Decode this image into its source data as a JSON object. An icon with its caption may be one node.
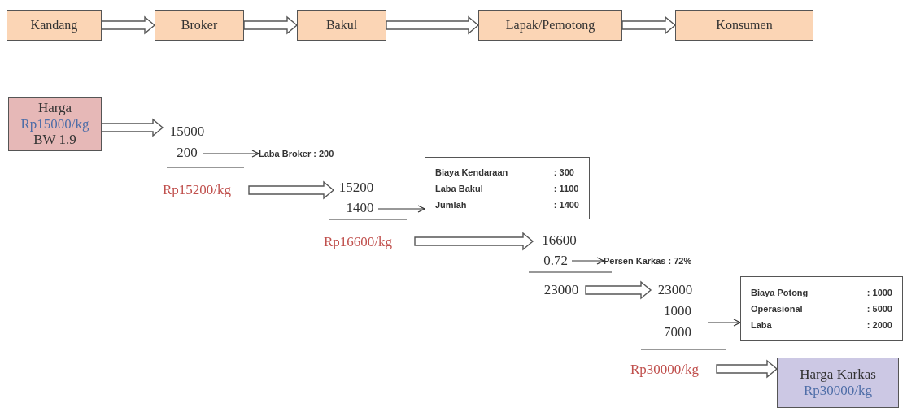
{
  "diagram": {
    "nodes": [
      {
        "text": [
          "Kandang"
        ]
      },
      {
        "text": [
          "Broker"
        ]
      },
      {
        "text": [
          "Bakul"
        ]
      },
      {
        "text": [
          "Lapak/Pemotong"
        ]
      },
      {
        "text": [
          "Konsumen"
        ]
      },
      {
        "text": [
          "Harga",
          "Rp15000/kg",
          "BW 1.9"
        ]
      },
      {
        "text": [
          "15000"
        ]
      },
      {
        "text": [
          "200"
        ]
      },
      {
        "text": [
          "Laba Broker : 200"
        ]
      },
      {
        "text": [
          "Rp15200/kg"
        ]
      },
      {
        "text": [
          "15200"
        ]
      },
      {
        "text": [
          "1400"
        ]
      },
      {
        "text": [
          "Biaya Kendaraan",
          ": 300",
          "Laba Bakul",
          ": 1100",
          "Jumlah",
          ": 1400"
        ]
      },
      {
        "text": [
          "Rp16600/kg"
        ]
      },
      {
        "text": [
          "16600"
        ]
      },
      {
        "text": [
          "0.72"
        ]
      },
      {
        "text": [
          "Persen Karkas : 72%"
        ]
      },
      {
        "text": [
          "23000"
        ]
      },
      {
        "text": [
          "23000"
        ]
      },
      {
        "text": [
          "Biaya Potong",
          ": 1000",
          "Operasional",
          ": 5000",
          "Laba",
          ": 2000"
        ]
      },
      {
        "text": [
          "Rp30000/kg"
        ]
      },
      {
        "text": [
          "Harga Karkas",
          "Rp30000/kg"
        ]
      }
    ],
    "edges": [
      {
        "from": 0,
        "to": 1,
        "arrow": "to",
        "style": "thick"
      },
      {
        "from": 1,
        "to": 2,
        "arrow": "to",
        "style": "thick"
      },
      {
        "from": 2,
        "to": 3,
        "arrow": "to",
        "style": "thick"
      },
      {
        "from": 3,
        "to": 4,
        "arrow": "to",
        "style": "thick"
      },
      {
        "from": 5,
        "to": 6,
        "arrow": "to",
        "style": "thick"
      },
      {
        "from": 7,
        "to": 8,
        "arrow": "to"
      },
      {
        "from": 9,
        "to": 10,
        "arrow": "to",
        "style": "thick"
      },
      {
        "from": 11,
        "to": 12,
        "arrow": "to"
      },
      {
        "from": 13,
        "to": 14,
        "arrow": "to",
        "style": "thick"
      },
      {
        "from": 15,
        "to": 16,
        "arrow": "to"
      },
      {
        "from": 17,
        "to": 18,
        "arrow": "to",
        "style": "thick"
      },
      {
        "from": null,
        "to": 19,
        "arrow": "to"
      },
      {
        "from": 20,
        "to": 21,
        "arrow": "to",
        "style": "thick"
      }
    ],
    "labels": [
      "1000",
      "7000"
    ]
  }
}
